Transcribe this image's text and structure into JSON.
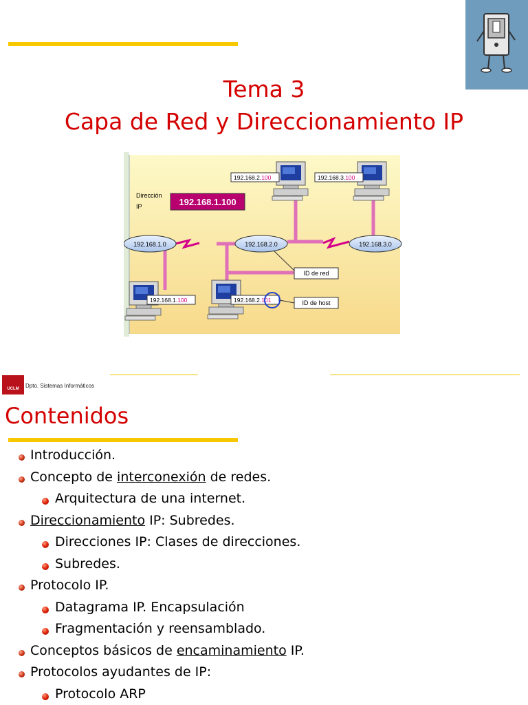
{
  "slide1": {
    "title_line1": "Tema 3",
    "title_line2": "Capa de Red y Direccionamiento IP"
  },
  "diagram": {
    "ip_label_1": "Dirección",
    "ip_label_2": "IP",
    "ip_value": "192.168.1.100",
    "networks": [
      "192.168.1.0",
      "192.168.2.0",
      "192.168.3.0"
    ],
    "hosts": [
      {
        "prefix": "192.168.2.",
        "suffix": "100"
      },
      {
        "prefix": "192.168.3.",
        "suffix": "100"
      },
      {
        "prefix": "192.168.1.",
        "suffix": "100"
      },
      {
        "prefix": "192.168.2.",
        "suffix": "101"
      }
    ],
    "id_red": "ID de red",
    "id_host": "ID de host"
  },
  "footer": {
    "logo_text": "UCLM",
    "dept": "Dpto. Sistemas Informáticos"
  },
  "slide2": {
    "title": "Contenidos",
    "items": [
      {
        "level": 1,
        "parts": [
          {
            "text": "Introducción.",
            "u": false
          }
        ]
      },
      {
        "level": 1,
        "parts": [
          {
            "text": "Concepto de ",
            "u": false
          },
          {
            "text": "interconexión",
            "u": true
          },
          {
            "text": " de redes.",
            "u": false
          }
        ]
      },
      {
        "level": 2,
        "parts": [
          {
            "text": "Arquitectura de una internet.",
            "u": false
          }
        ]
      },
      {
        "level": 1,
        "parts": [
          {
            "text": "Direccionamiento",
            "u": true
          },
          {
            "text": " IP: Subredes.",
            "u": false
          }
        ]
      },
      {
        "level": 2,
        "parts": [
          {
            "text": "Direcciones IP: Clases de direcciones.",
            "u": false
          }
        ]
      },
      {
        "level": 2,
        "parts": [
          {
            "text": "Subredes.",
            "u": false
          }
        ]
      },
      {
        "level": 1,
        "parts": [
          {
            "text": "Protocolo IP.",
            "u": false
          }
        ]
      },
      {
        "level": 2,
        "parts": [
          {
            "text": "Datagrama IP. Encapsulación",
            "u": false
          }
        ]
      },
      {
        "level": 2,
        "parts": [
          {
            "text": "Fragmentación y reensamblado.",
            "u": false
          }
        ]
      },
      {
        "level": 1,
        "parts": [
          {
            "text": "Conceptos básicos de ",
            "u": false
          },
          {
            "text": "encaminamiento",
            "u": true
          },
          {
            "text": " IP.",
            "u": false
          }
        ]
      },
      {
        "level": 1,
        "parts": [
          {
            "text": "Protocolos ayudantes de IP:",
            "u": false
          }
        ]
      },
      {
        "level": 2,
        "parts": [
          {
            "text": "Protocolo ARP",
            "u": false
          }
        ]
      }
    ]
  },
  "colors": {
    "title_red": "#d40000",
    "accent_yellow": "#f7c800",
    "logo_blue": "#6f9bbd",
    "highlight_pink": "#d4007a"
  }
}
